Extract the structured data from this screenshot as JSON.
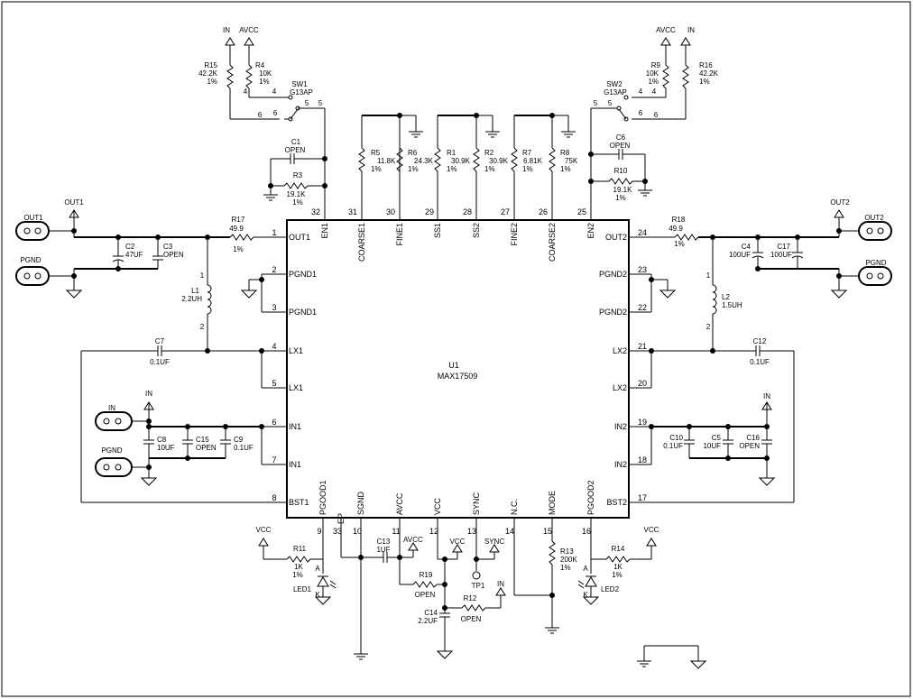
{
  "ic": {
    "ref": "U1",
    "part": "MAX17509",
    "left_pins": [
      {
        "num": "1",
        "name": "OUT1"
      },
      {
        "num": "2",
        "name": "PGND1"
      },
      {
        "num": "3",
        "name": "PGND1"
      },
      {
        "num": "4",
        "name": "LX1"
      },
      {
        "num": "5",
        "name": "LX1"
      },
      {
        "num": "6",
        "name": "IN1"
      },
      {
        "num": "7",
        "name": "IN1"
      },
      {
        "num": "8",
        "name": "BST1"
      }
    ],
    "right_pins": [
      {
        "num": "24",
        "name": "OUT2"
      },
      {
        "num": "23",
        "name": "PGND2"
      },
      {
        "num": "22",
        "name": "PGND2"
      },
      {
        "num": "21",
        "name": "LX2"
      },
      {
        "num": "20",
        "name": "LX2"
      },
      {
        "num": "19",
        "name": "IN2"
      },
      {
        "num": "18",
        "name": "IN2"
      },
      {
        "num": "17",
        "name": "BST2"
      }
    ],
    "top_pins": [
      {
        "num": "32",
        "name": "EN1"
      },
      {
        "num": "31",
        "name": "COARSE1"
      },
      {
        "num": "30",
        "name": "FINE1"
      },
      {
        "num": "29",
        "name": "SS1"
      },
      {
        "num": "28",
        "name": "SS2"
      },
      {
        "num": "27",
        "name": "FINE2"
      },
      {
        "num": "26",
        "name": "COARSE2"
      },
      {
        "num": "25",
        "name": "EN2"
      }
    ],
    "bottom_pins": [
      {
        "num": "9",
        "name": "PGOOD1"
      },
      {
        "num": "33",
        "name": "EP"
      },
      {
        "num": "10",
        "name": "SGND"
      },
      {
        "num": "11",
        "name": "AVCC"
      },
      {
        "num": "12",
        "name": "VCC"
      },
      {
        "num": "13",
        "name": "SYNC"
      },
      {
        "num": "14",
        "name": "N.C."
      },
      {
        "num": "15",
        "name": "MODE"
      },
      {
        "num": "16",
        "name": "PGOOD2"
      }
    ]
  },
  "components": {
    "R15": {
      "ref": "R15",
      "value": "42.2K",
      "tol": "1%"
    },
    "R4": {
      "ref": "R4",
      "value": "10K",
      "tol": "1%"
    },
    "R9": {
      "ref": "R9",
      "value": "10K",
      "tol": "1%"
    },
    "R16": {
      "ref": "R16",
      "value": "42.2K",
      "tol": "1%"
    },
    "SW1": {
      "ref": "SW1",
      "value": "G13AP"
    },
    "SW2": {
      "ref": "SW2",
      "value": "G13AP"
    },
    "C1": {
      "ref": "C1",
      "value": "OPEN"
    },
    "C6": {
      "ref": "C6",
      "value": "OPEN"
    },
    "R3": {
      "ref": "R3",
      "value": "19.1K",
      "tol": "1%"
    },
    "R10": {
      "ref": "R10",
      "value": "19.1K",
      "tol": "1%"
    },
    "R5": {
      "ref": "R5",
      "value": "11.8K",
      "tol": "1%"
    },
    "R6": {
      "ref": "R6",
      "value": "24.3K",
      "tol": "1%"
    },
    "R1": {
      "ref": "R1",
      "value": "30.9K",
      "tol": "1%"
    },
    "R2": {
      "ref": "R2",
      "value": "30.9K",
      "tol": "1%"
    },
    "R7": {
      "ref": "R7",
      "value": "6.81K",
      "tol": "1%"
    },
    "R8": {
      "ref": "R8",
      "value": "75K",
      "tol": "1%"
    },
    "R17": {
      "ref": "R17",
      "value": "49.9",
      "tol": "1%"
    },
    "R18": {
      "ref": "R18",
      "value": "49.9",
      "tol": "1%"
    },
    "C2": {
      "ref": "C2",
      "value": "47UF"
    },
    "C3": {
      "ref": "C3",
      "value": "OPEN"
    },
    "C4": {
      "ref": "C4",
      "value": "100UF"
    },
    "C17": {
      "ref": "C17",
      "value": "100UF"
    },
    "L1": {
      "ref": "L1",
      "value": "2.2UH"
    },
    "L2": {
      "ref": "L2",
      "value": "1.5UH"
    },
    "C7": {
      "ref": "C7",
      "value": "0.1UF"
    },
    "C12": {
      "ref": "C12",
      "value": "0.1UF"
    },
    "C8": {
      "ref": "C8",
      "value": "10UF"
    },
    "C15": {
      "ref": "C15",
      "value": "OPEN"
    },
    "C9": {
      "ref": "C9",
      "value": "0.1UF"
    },
    "C10": {
      "ref": "C10",
      "value": "0.1UF"
    },
    "C5": {
      "ref": "C5",
      "value": "10UF"
    },
    "C16": {
      "ref": "C16",
      "value": "OPEN"
    },
    "R11": {
      "ref": "R11",
      "value": "1K",
      "tol": "1%"
    },
    "R14": {
      "ref": "R14",
      "value": "1K",
      "tol": "1%"
    },
    "LED1": {
      "ref": "LED1"
    },
    "LED2": {
      "ref": "LED2"
    },
    "C13": {
      "ref": "C13",
      "value": "1UF"
    },
    "R19": {
      "ref": "R19",
      "value": "OPEN"
    },
    "R12": {
      "ref": "R12",
      "value": "OPEN"
    },
    "C14": {
      "ref": "C14",
      "value": "2.2UF"
    },
    "R13": {
      "ref": "R13",
      "value": "200K",
      "tol": "1%"
    },
    "TP1": {
      "ref": "TP1"
    }
  },
  "nets": {
    "in": "IN",
    "avcc": "AVCC",
    "vcc": "VCC",
    "sync": "SYNC",
    "out1": "OUT1",
    "out2": "OUT2",
    "pgnd": "PGND"
  },
  "switch_pins": {
    "p4": "4",
    "p5": "5",
    "p6": "6"
  },
  "coil_pins": {
    "p1": "1",
    "p2": "2"
  },
  "diode_pins": {
    "k": "K",
    "a": "A"
  }
}
